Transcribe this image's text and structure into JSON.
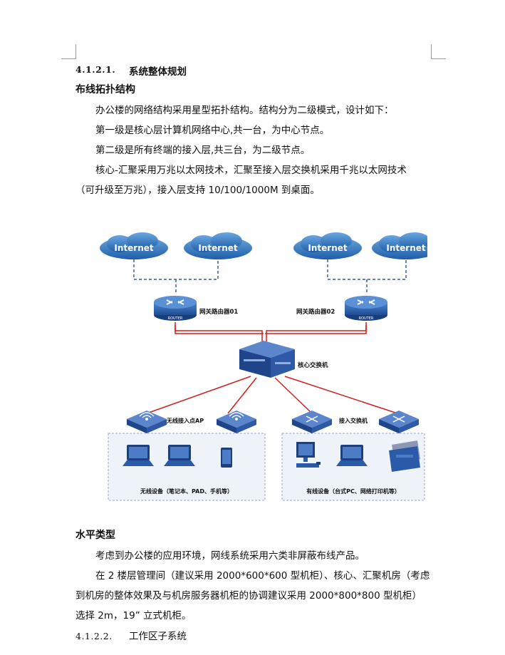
{
  "section": {
    "number": "4.1.2.1.",
    "title": "系统整体规划"
  },
  "topology": {
    "heading": "布线拓扑结构",
    "paragraphs": [
      "办公楼的网络结构采用星型拓扑结构。结构分为二级模式，设计如下：",
      "第一级是核心层计算机网络中心,共一台，为中心节点。",
      "第二级是所有终端的接入层,共三台，为二级节点。",
      "核心-汇聚采用万兆以太网技术，汇聚至接入层交换机采用千兆以太网技术",
      "（可升级至万兆），接入层支持 10/100/1000M 到桌面。"
    ]
  },
  "diagram": {
    "internet_labels": [
      "Internet",
      "Internet",
      "Internet",
      "Internet"
    ],
    "router_1_label": "网关路由器01",
    "router_2_label": "网关路由器02",
    "router_badge": "ROUTER",
    "core_switch_label": "核心交换机",
    "wireless_ap_label": "无线接入点AP",
    "access_switch_label": "接入交换机",
    "wireless_devices_label": "无线设备（笔记本、PAD、手机等）",
    "wired_devices_label": "有线设备（台式PC、网络打印机等）",
    "colors": {
      "cloud": "#2a6bb5",
      "device": "#2b5aa8",
      "red_link": "#d11f1f",
      "dashed_link": "#3a5fa0",
      "panel_bg": "#eef2f9"
    }
  },
  "horizontal": {
    "heading": "水平类型",
    "paragraphs": [
      "考虑到办公楼的应用环境，网线系统采用六类非屏蔽布线产品。",
      "在 2 楼层管理间（建议采用 2000*600*600 型机柜）、核心、汇聚机房（考虑",
      "到机房的整体效果及与机房服务器机柜的协调建议采用 2000*800*800 型机柜）",
      "选择 2m，19” 立式机柜。"
    ]
  },
  "next_section": {
    "number": "4.1.2.2.",
    "title": "工作区子系统"
  }
}
